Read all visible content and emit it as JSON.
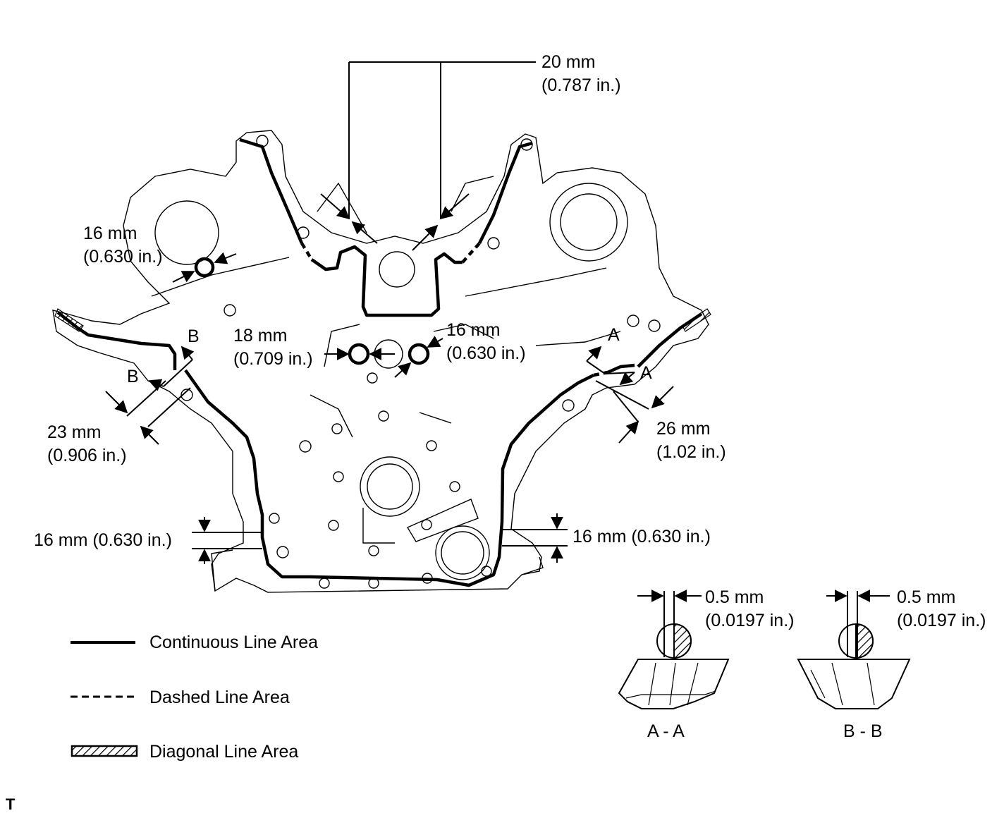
{
  "dimensions": {
    "top_spacing": {
      "mm": "20 mm",
      "inch": "(0.787 in.)"
    },
    "upper_left_hole": {
      "mm": "16 mm",
      "inch": "(0.630 in.)"
    },
    "center_left_hole": {
      "mm": "18 mm",
      "inch": "(0.709 in.)"
    },
    "center_right_hole": {
      "mm": "16 mm",
      "inch": "(0.630 in.)"
    },
    "left_side": {
      "mm": "23 mm",
      "inch": "(0.906 in.)"
    },
    "right_side": {
      "mm": "26 mm",
      "inch": "(1.02 in.)"
    },
    "bottom_left": "16 mm (0.630 in.)",
    "bottom_right": "16 mm (0.630 in.)"
  },
  "section_markers": {
    "a": "A",
    "b": "B"
  },
  "cross_sections": [
    {
      "title": "A - A",
      "mm": "0.5 mm",
      "inch": "(0.0197 in.)"
    },
    {
      "title": "B - B",
      "mm": "0.5 mm",
      "inch": "(0.0197 in.)"
    }
  ],
  "legend": [
    {
      "label": "Continuous Line Area"
    },
    {
      "label": "Dashed Line Area"
    },
    {
      "label": "Diagonal Line Area"
    }
  ],
  "corner_mark": "T"
}
